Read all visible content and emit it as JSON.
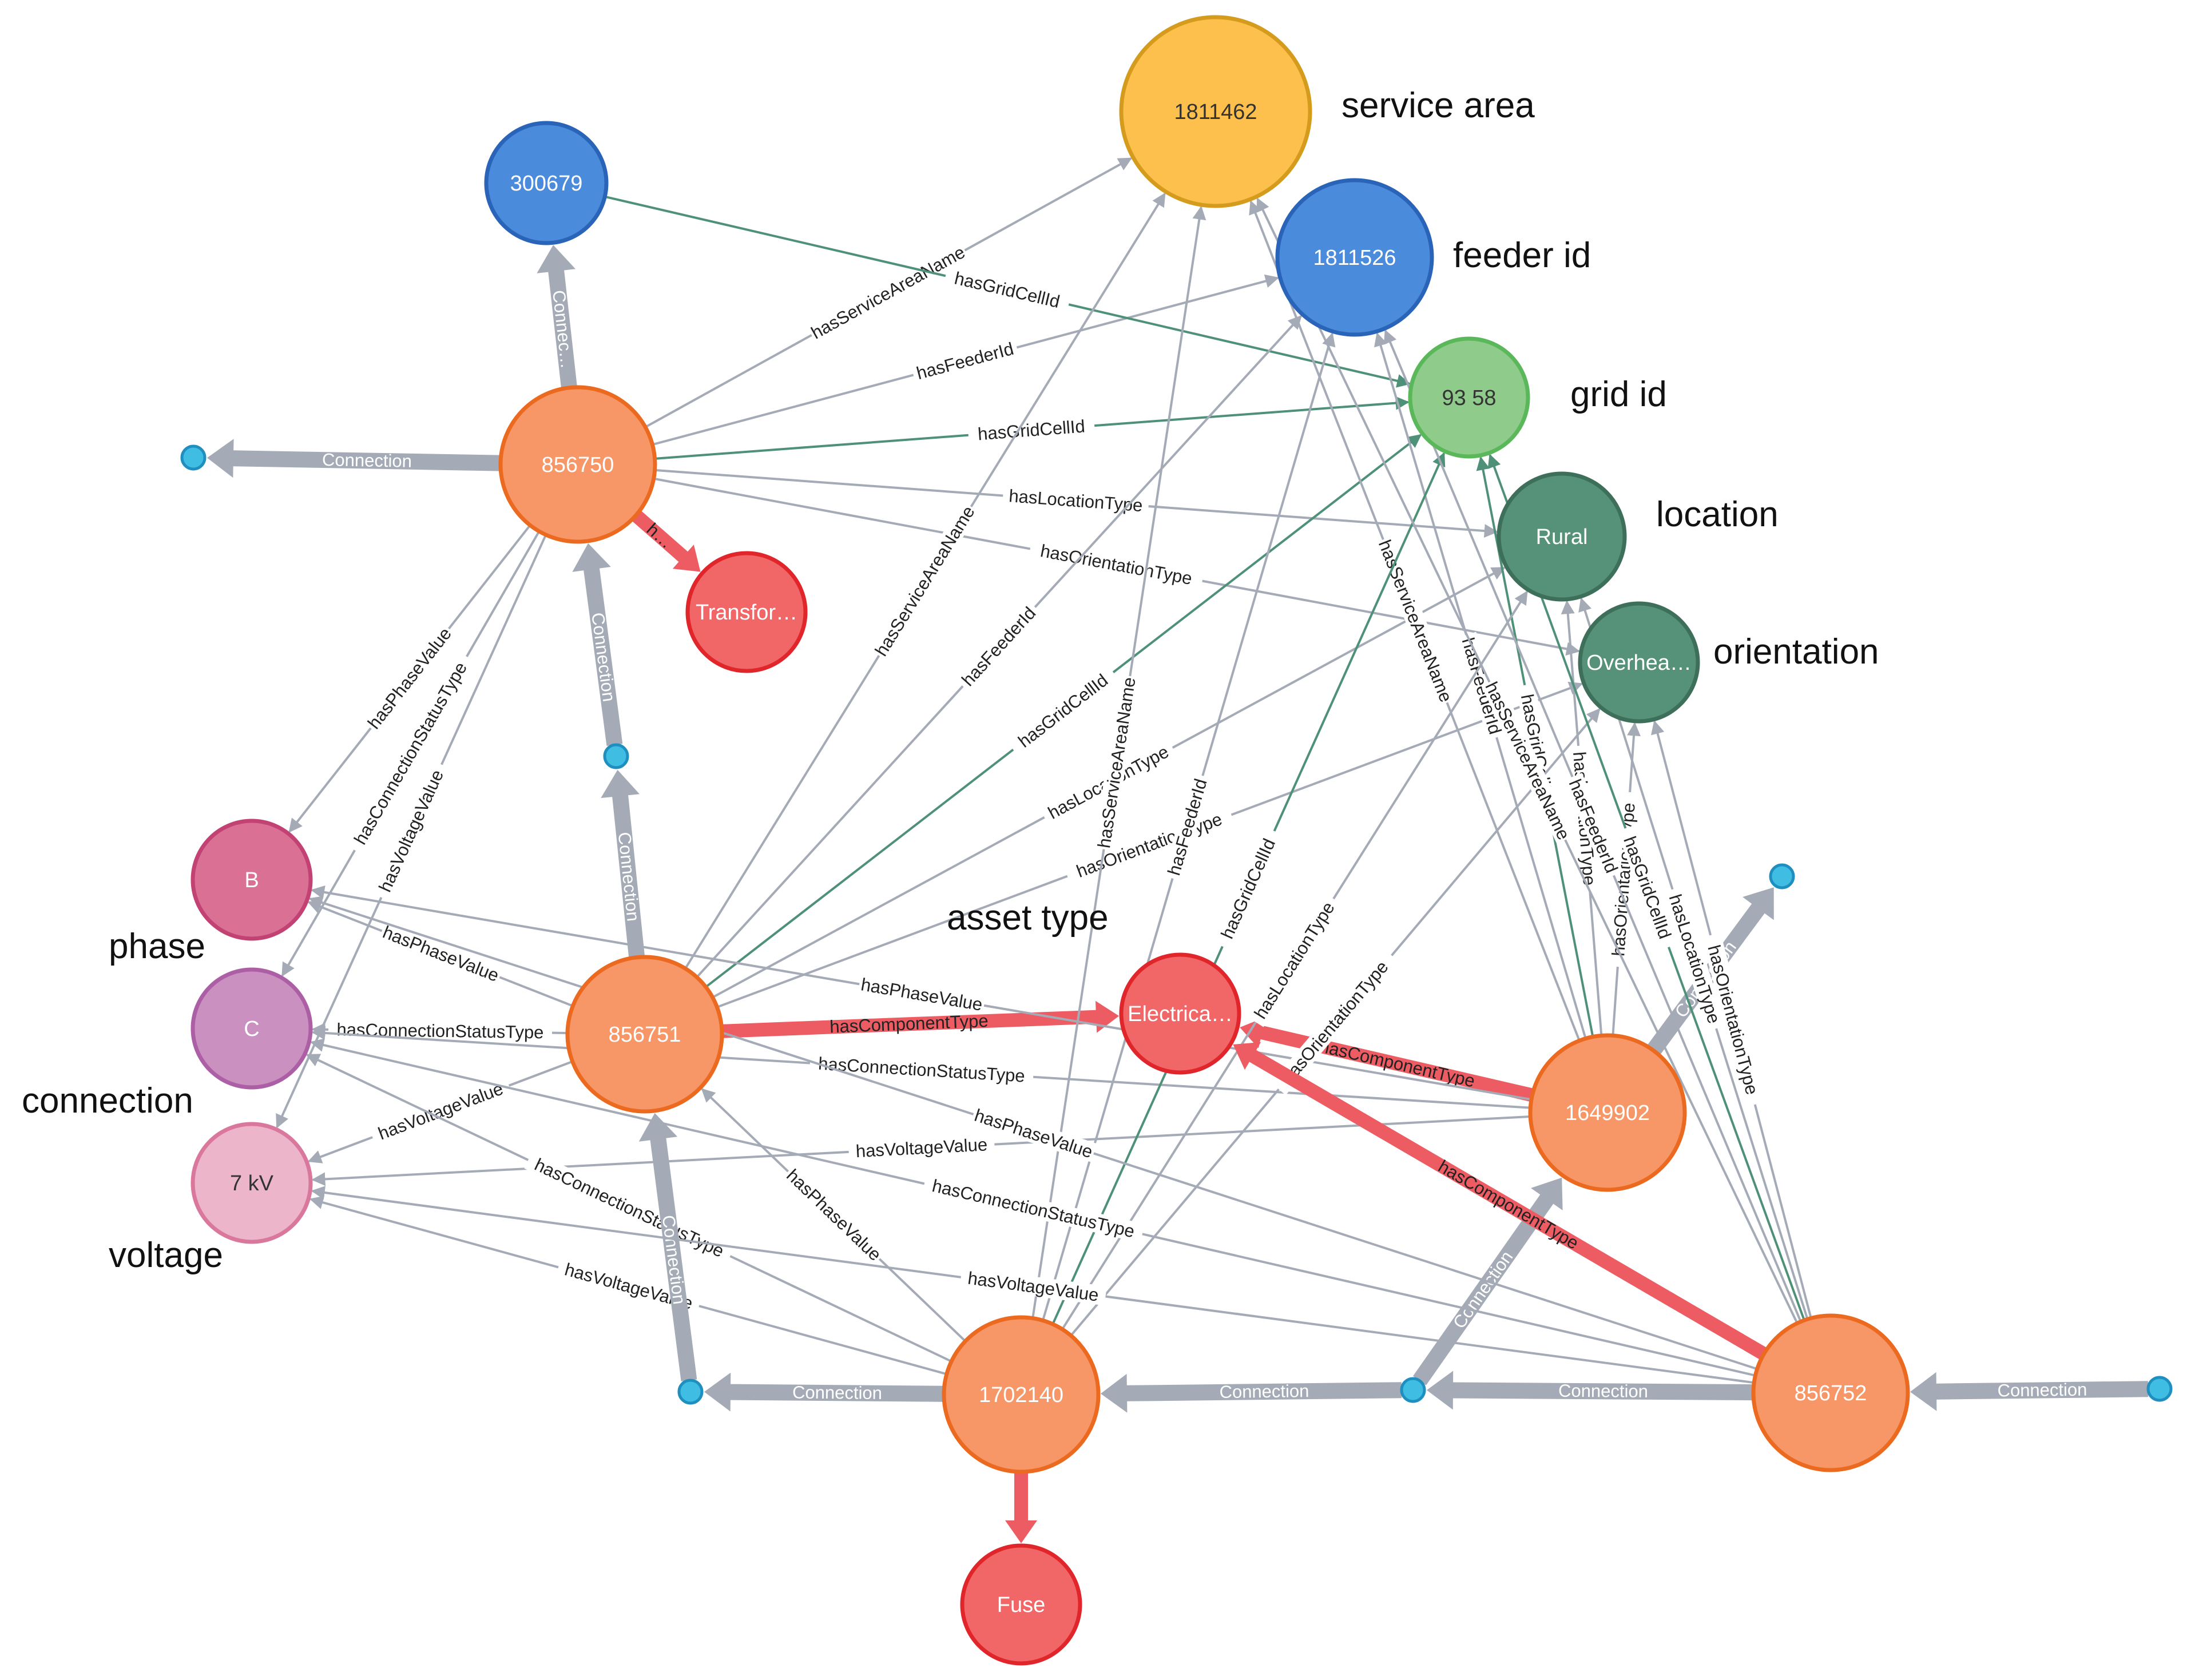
{
  "nodes": [
    {
      "id": "n1811462",
      "label": "1811462",
      "fill": "#fdc04c",
      "stroke": "#d49b1d",
      "text": "#333333"
    },
    {
      "id": "n300679",
      "label": "300679",
      "fill": "#4a8bdb",
      "stroke": "#2a64b8",
      "text": "#ffffff"
    },
    {
      "id": "n1811526",
      "label": "1811526",
      "fill": "#4a8bdb",
      "stroke": "#2a64b8",
      "text": "#ffffff"
    },
    {
      "id": "n9358",
      "label": "93 58",
      "fill": "#8fcb8b",
      "stroke": "#5bb85a",
      "text": "#333333"
    },
    {
      "id": "nRural",
      "label": "Rural",
      "fill": "#569179",
      "stroke": "#3d6f5a",
      "text": "#ffffff"
    },
    {
      "id": "nOverhead",
      "label": "Overhea…",
      "fill": "#569179",
      "stroke": "#3d6f5a",
      "text": "#ffffff"
    },
    {
      "id": "n856750",
      "label": "856750",
      "fill": "#f79767",
      "stroke": "#ec6a1f",
      "text": "#ffffff"
    },
    {
      "id": "nTransformer",
      "label": "Transfor…",
      "fill": "#f16667",
      "stroke": "#e0252b",
      "text": "#ffffff"
    },
    {
      "id": "nB",
      "label": "B",
      "fill": "#da7194",
      "stroke": "#c24274",
      "text": "#ffffff"
    },
    {
      "id": "nC",
      "label": "C",
      "fill": "#c990c0",
      "stroke": "#ad5fa6",
      "text": "#ffffff"
    },
    {
      "id": "n7kV",
      "label": "7 kV",
      "fill": "#ecb5c9",
      "stroke": "#d9789c",
      "text": "#333333"
    },
    {
      "id": "n856751",
      "label": "856751",
      "fill": "#f79767",
      "stroke": "#ec6a1f",
      "text": "#ffffff"
    },
    {
      "id": "nElectrical",
      "label": "Electrica…",
      "fill": "#f16667",
      "stroke": "#e0252b",
      "text": "#ffffff"
    },
    {
      "id": "n1649902",
      "label": "1649902",
      "fill": "#f79767",
      "stroke": "#ec6a1f",
      "text": "#ffffff"
    },
    {
      "id": "n1702140",
      "label": "1702140",
      "fill": "#f79767",
      "stroke": "#ec6a1f",
      "text": "#ffffff"
    },
    {
      "id": "n856752",
      "label": "856752",
      "fill": "#f79767",
      "stroke": "#ec6a1f",
      "text": "#ffffff"
    },
    {
      "id": "nFuse",
      "label": "Fuse",
      "fill": "#f16667",
      "stroke": "#e0252b",
      "text": "#ffffff"
    }
  ],
  "connectors": [
    "c1",
    "c2",
    "c3",
    "c4",
    "c5",
    "c6"
  ],
  "edges": [
    {
      "from": "n856750",
      "to": "n300679",
      "label": "Connec…",
      "kind": "conn"
    },
    {
      "from": "n856750",
      "to": "c1",
      "label": "Connection",
      "kind": "conn"
    },
    {
      "from": "n856750",
      "to": "nTransformer",
      "label": "h…",
      "kind": "comp"
    },
    {
      "from": "n856750",
      "to": "n1811462",
      "label": "hasServiceAreaName",
      "kind": "plain"
    },
    {
      "from": "n856750",
      "to": "n1811526",
      "label": "hasFeederId",
      "kind": "plain"
    },
    {
      "from": "n856750",
      "to": "n9358",
      "label": "hasGridCellId",
      "kind": "green"
    },
    {
      "from": "n856750",
      "to": "nRural",
      "label": "hasLocationType",
      "kind": "plain"
    },
    {
      "from": "n856750",
      "to": "nOverhead",
      "label": "hasOrientationType",
      "kind": "plain"
    },
    {
      "from": "n856750",
      "to": "nB",
      "label": "hasPhaseValue",
      "kind": "plain"
    },
    {
      "from": "n856750",
      "to": "nC",
      "label": "hasConnectionStatusType",
      "kind": "plain"
    },
    {
      "from": "n856750",
      "to": "n7kV",
      "label": "hasVoltageValue",
      "kind": "plain"
    },
    {
      "from": "n300679",
      "to": "n9358",
      "label": "hasGridCellId",
      "kind": "green"
    },
    {
      "from": "c2",
      "to": "n856750",
      "label": "Connection",
      "kind": "conn"
    },
    {
      "from": "n856751",
      "to": "c2",
      "label": "Connection",
      "kind": "conn"
    },
    {
      "from": "n856751",
      "to": "nElectrical",
      "label": "hasComponentType",
      "kind": "comp"
    },
    {
      "from": "n856751",
      "to": "n1811462",
      "label": "hasServiceAreaName",
      "kind": "plain"
    },
    {
      "from": "n856751",
      "to": "n1811526",
      "label": "hasFeederId",
      "kind": "plain"
    },
    {
      "from": "n856751",
      "to": "n9358",
      "label": "hasGridCellId",
      "kind": "green"
    },
    {
      "from": "n856751",
      "to": "nRural",
      "label": "hasLocationType",
      "kind": "plain"
    },
    {
      "from": "n856751",
      "to": "nOverhead",
      "label": "hasOrientationType",
      "kind": "plain"
    },
    {
      "from": "n856751",
      "to": "nB",
      "label": "hasPhaseValue",
      "kind": "plain"
    },
    {
      "from": "n856751",
      "to": "nC",
      "label": "hasConnectionStatusType",
      "kind": "plain"
    },
    {
      "from": "n856751",
      "to": "n7kV",
      "label": "hasVoltageValue",
      "kind": "plain"
    },
    {
      "from": "n1649902",
      "to": "nElectrical",
      "label": "hasComponentType",
      "kind": "comp"
    },
    {
      "from": "n1649902",
      "to": "nB",
      "label": "hasPhaseValue",
      "kind": "plain"
    },
    {
      "from": "n1649902",
      "to": "nC",
      "label": "hasConnectionStatusType",
      "kind": "plain"
    },
    {
      "from": "n1649902",
      "to": "n7kV",
      "label": "hasVoltageValue",
      "kind": "plain"
    },
    {
      "from": "n1649902",
      "to": "n1811462",
      "label": "hasServiceAreaName",
      "kind": "plain"
    },
    {
      "from": "n1649902",
      "to": "n1811526",
      "label": "hasFeederId",
      "kind": "plain"
    },
    {
      "from": "n1649902",
      "to": "n9358",
      "label": "hasGridCellId",
      "kind": "green"
    },
    {
      "from": "n1649902",
      "to": "nRural",
      "label": "hasLocationType",
      "kind": "plain"
    },
    {
      "from": "n1649902",
      "to": "nOverhead",
      "label": "hasOrientationType",
      "kind": "plain"
    },
    {
      "from": "n1649902",
      "to": "c6",
      "label": "Connection",
      "kind": "conn"
    },
    {
      "from": "n1702140",
      "to": "n856751",
      "label": "hasPhaseValue",
      "kind": "plain"
    },
    {
      "from": "n1702140",
      "to": "nC",
      "label": "hasConnectionStatusType",
      "kind": "plain"
    },
    {
      "from": "n1702140",
      "to": "n7kV",
      "label": "hasVoltageValue",
      "kind": "plain"
    },
    {
      "from": "n1702140",
      "to": "n1811462",
      "label": "hasServiceAreaName",
      "kind": "plain"
    },
    {
      "from": "n1702140",
      "to": "n1811526",
      "label": "hasFeederId",
      "kind": "plain"
    },
    {
      "from": "n1702140",
      "to": "n9358",
      "label": "hasGridCellId",
      "kind": "green"
    },
    {
      "from": "n1702140",
      "to": "nRural",
      "label": "hasLocationType",
      "kind": "plain"
    },
    {
      "from": "n1702140",
      "to": "nOverhead",
      "label": "hasOrientationType",
      "kind": "plain"
    },
    {
      "from": "n1702140",
      "to": "c3",
      "label": "Connection",
      "kind": "conn"
    },
    {
      "from": "n1702140",
      "to": "nFuse",
      "label": "",
      "kind": "comp"
    },
    {
      "from": "c3",
      "to": "n856751",
      "label": "Connection",
      "kind": "conn"
    },
    {
      "from": "c4",
      "to": "n1702140",
      "label": "Connection",
      "kind": "conn"
    },
    {
      "from": "c4",
      "to": "n1649902",
      "label": "Connection",
      "kind": "conn"
    },
    {
      "from": "n856752",
      "to": "c4",
      "label": "Connection",
      "kind": "conn"
    },
    {
      "from": "c5",
      "to": "n856752",
      "label": "Connection",
      "kind": "conn"
    },
    {
      "from": "n856752",
      "to": "nElectrical",
      "label": "hasComponentType",
      "kind": "comp"
    },
    {
      "from": "n856752",
      "to": "nB",
      "label": "hasPhaseValue",
      "kind": "plain"
    },
    {
      "from": "n856752",
      "to": "nC",
      "label": "hasConnectionStatusType",
      "kind": "plain"
    },
    {
      "from": "n856752",
      "to": "n7kV",
      "label": "hasVoltageValue",
      "kind": "plain"
    },
    {
      "from": "n856752",
      "to": "n1811462",
      "label": "hasServiceAreaName",
      "kind": "plain"
    },
    {
      "from": "n856752",
      "to": "n1811526",
      "label": "hasFeederId",
      "kind": "plain"
    },
    {
      "from": "n856752",
      "to": "n9358",
      "label": "hasGridCellId",
      "kind": "green"
    },
    {
      "from": "n856752",
      "to": "nRural",
      "label": "hasLocationType",
      "kind": "plain"
    },
    {
      "from": "n856752",
      "to": "nOverhead",
      "label": "hasOrientationType",
      "kind": "plain"
    }
  ],
  "captions": {
    "service_area": "service area",
    "feeder_id": "feeder id",
    "grid_id": "grid id",
    "location": "location",
    "orientation": "orientation",
    "asset_type": "asset type",
    "phase": "phase",
    "connection": "connection",
    "voltage": "voltage"
  },
  "colors": {
    "plain_edge": "#a5abb6",
    "green_edge": "#4f9178",
    "component_edge": "#ee5c63",
    "connection_edge": "#a5abb6",
    "connector_fill": "#40bde3",
    "connector_stroke": "#1e8fbf"
  }
}
